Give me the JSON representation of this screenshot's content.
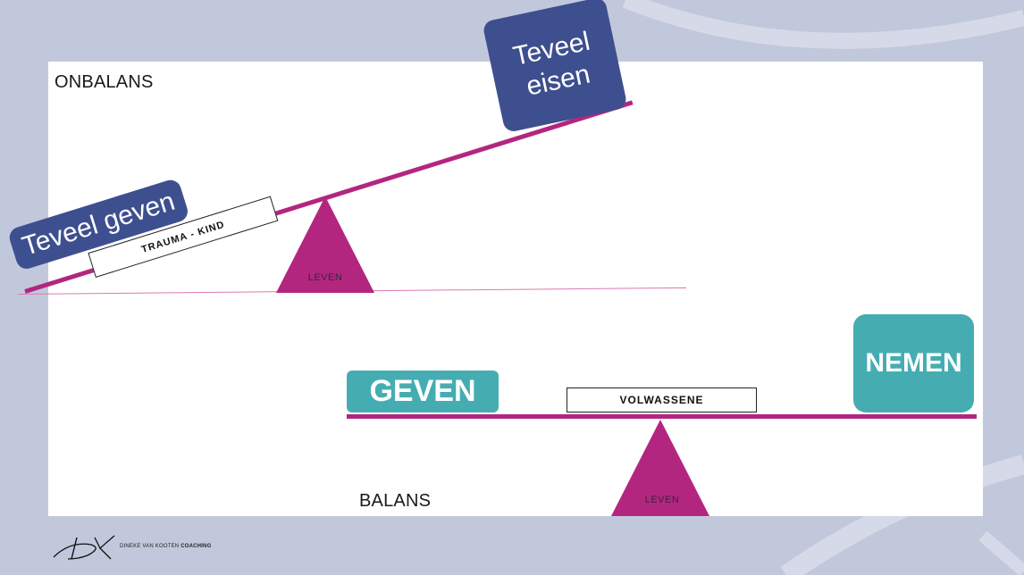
{
  "top_scale": {
    "title": "ONBALANS",
    "left_box": "Teveel geven",
    "right_box_line1": "Teveel",
    "right_box_line2": "eisen",
    "under_label": "TRAUMA - KIND",
    "fulcrum_label": "LEVEN"
  },
  "bottom_scale": {
    "title": "BALANS",
    "left_box": "GEVEN",
    "right_box": "NEMEN",
    "center_label": "VOLWASSENE",
    "fulcrum_label": "LEVEN"
  },
  "logo": {
    "name": "DINEKE VAN KOOTEN",
    "suffix": "COACHING"
  },
  "colors": {
    "beam": "#b3267f",
    "navy": "#3e4f8f",
    "teal": "#45adb2",
    "background": "#c2c8dc"
  }
}
